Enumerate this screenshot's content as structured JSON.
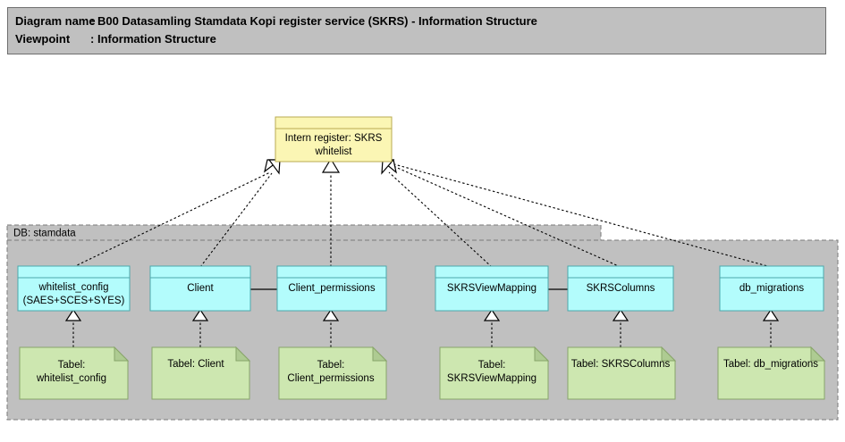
{
  "header": {
    "diagram_name_label": "Diagram name",
    "diagram_name_sep": ": ",
    "diagram_name_value": "B00 Datasamling Stamdata Kopi register service (SKRS) - Information Structure",
    "viewpoint_label": "Viewpoint",
    "viewpoint_sep": ": ",
    "viewpoint_value": "Information Structure",
    "line1": "Diagram name : B00 Datasamling Stamdata Kopi register service (SKRS) - Information Structure",
    "line2": "Viewpoint        : Information Structure"
  },
  "colors": {
    "header_bg": "#c0c0c0",
    "package_bg": "#c0c0c0",
    "interface_fill": "#fbf6b4",
    "interface_stroke": "#b9ab52",
    "entity_fill": "#b3fcfc",
    "entity_stroke": "#4ba8ab",
    "note_fill": "#cde7b0",
    "note_stroke": "#88a56a",
    "line": "#000000"
  },
  "interface": {
    "name_line1": "Intern register: SKRS",
    "name_line2": "whitelist",
    "name": "Intern register: SKRS whitelist"
  },
  "package": {
    "label": "DB: stamdata"
  },
  "entities": [
    {
      "id": "whitelist_config",
      "line1": "whitelist_config",
      "line2": "(SAES+SCES+SYES)"
    },
    {
      "id": "client",
      "line1": "Client",
      "line2": ""
    },
    {
      "id": "client_permissions",
      "line1": "Client_permissions",
      "line2": ""
    },
    {
      "id": "skrsviewmapping",
      "line1": "SKRSViewMapping",
      "line2": ""
    },
    {
      "id": "skrscolumns",
      "line1": "SKRSColumns",
      "line2": ""
    },
    {
      "id": "db_migrations",
      "line1": "db_migrations",
      "line2": ""
    }
  ],
  "tables": [
    {
      "id": "tabel_whitelist_config",
      "line1": "Tabel:",
      "line2": "whitelist_config",
      "single": ""
    },
    {
      "id": "tabel_client",
      "line1": "",
      "line2": "",
      "single": "Tabel: Client"
    },
    {
      "id": "tabel_client_permissions",
      "line1": "Tabel:",
      "line2": "Client_permissions",
      "single": ""
    },
    {
      "id": "tabel_skrsviewmapping",
      "line1": "Tabel:",
      "line2": "SKRSViewMapping",
      "single": ""
    },
    {
      "id": "tabel_skrscolumns",
      "line1": "",
      "line2": "",
      "single": "Tabel: SKRSColumns"
    },
    {
      "id": "tabel_db_migrations",
      "line1": "",
      "line2": "",
      "single": "Tabel: db_migrations"
    }
  ],
  "relations": {
    "realization_count": 6,
    "association_count": 2,
    "note_link_count": 6
  }
}
